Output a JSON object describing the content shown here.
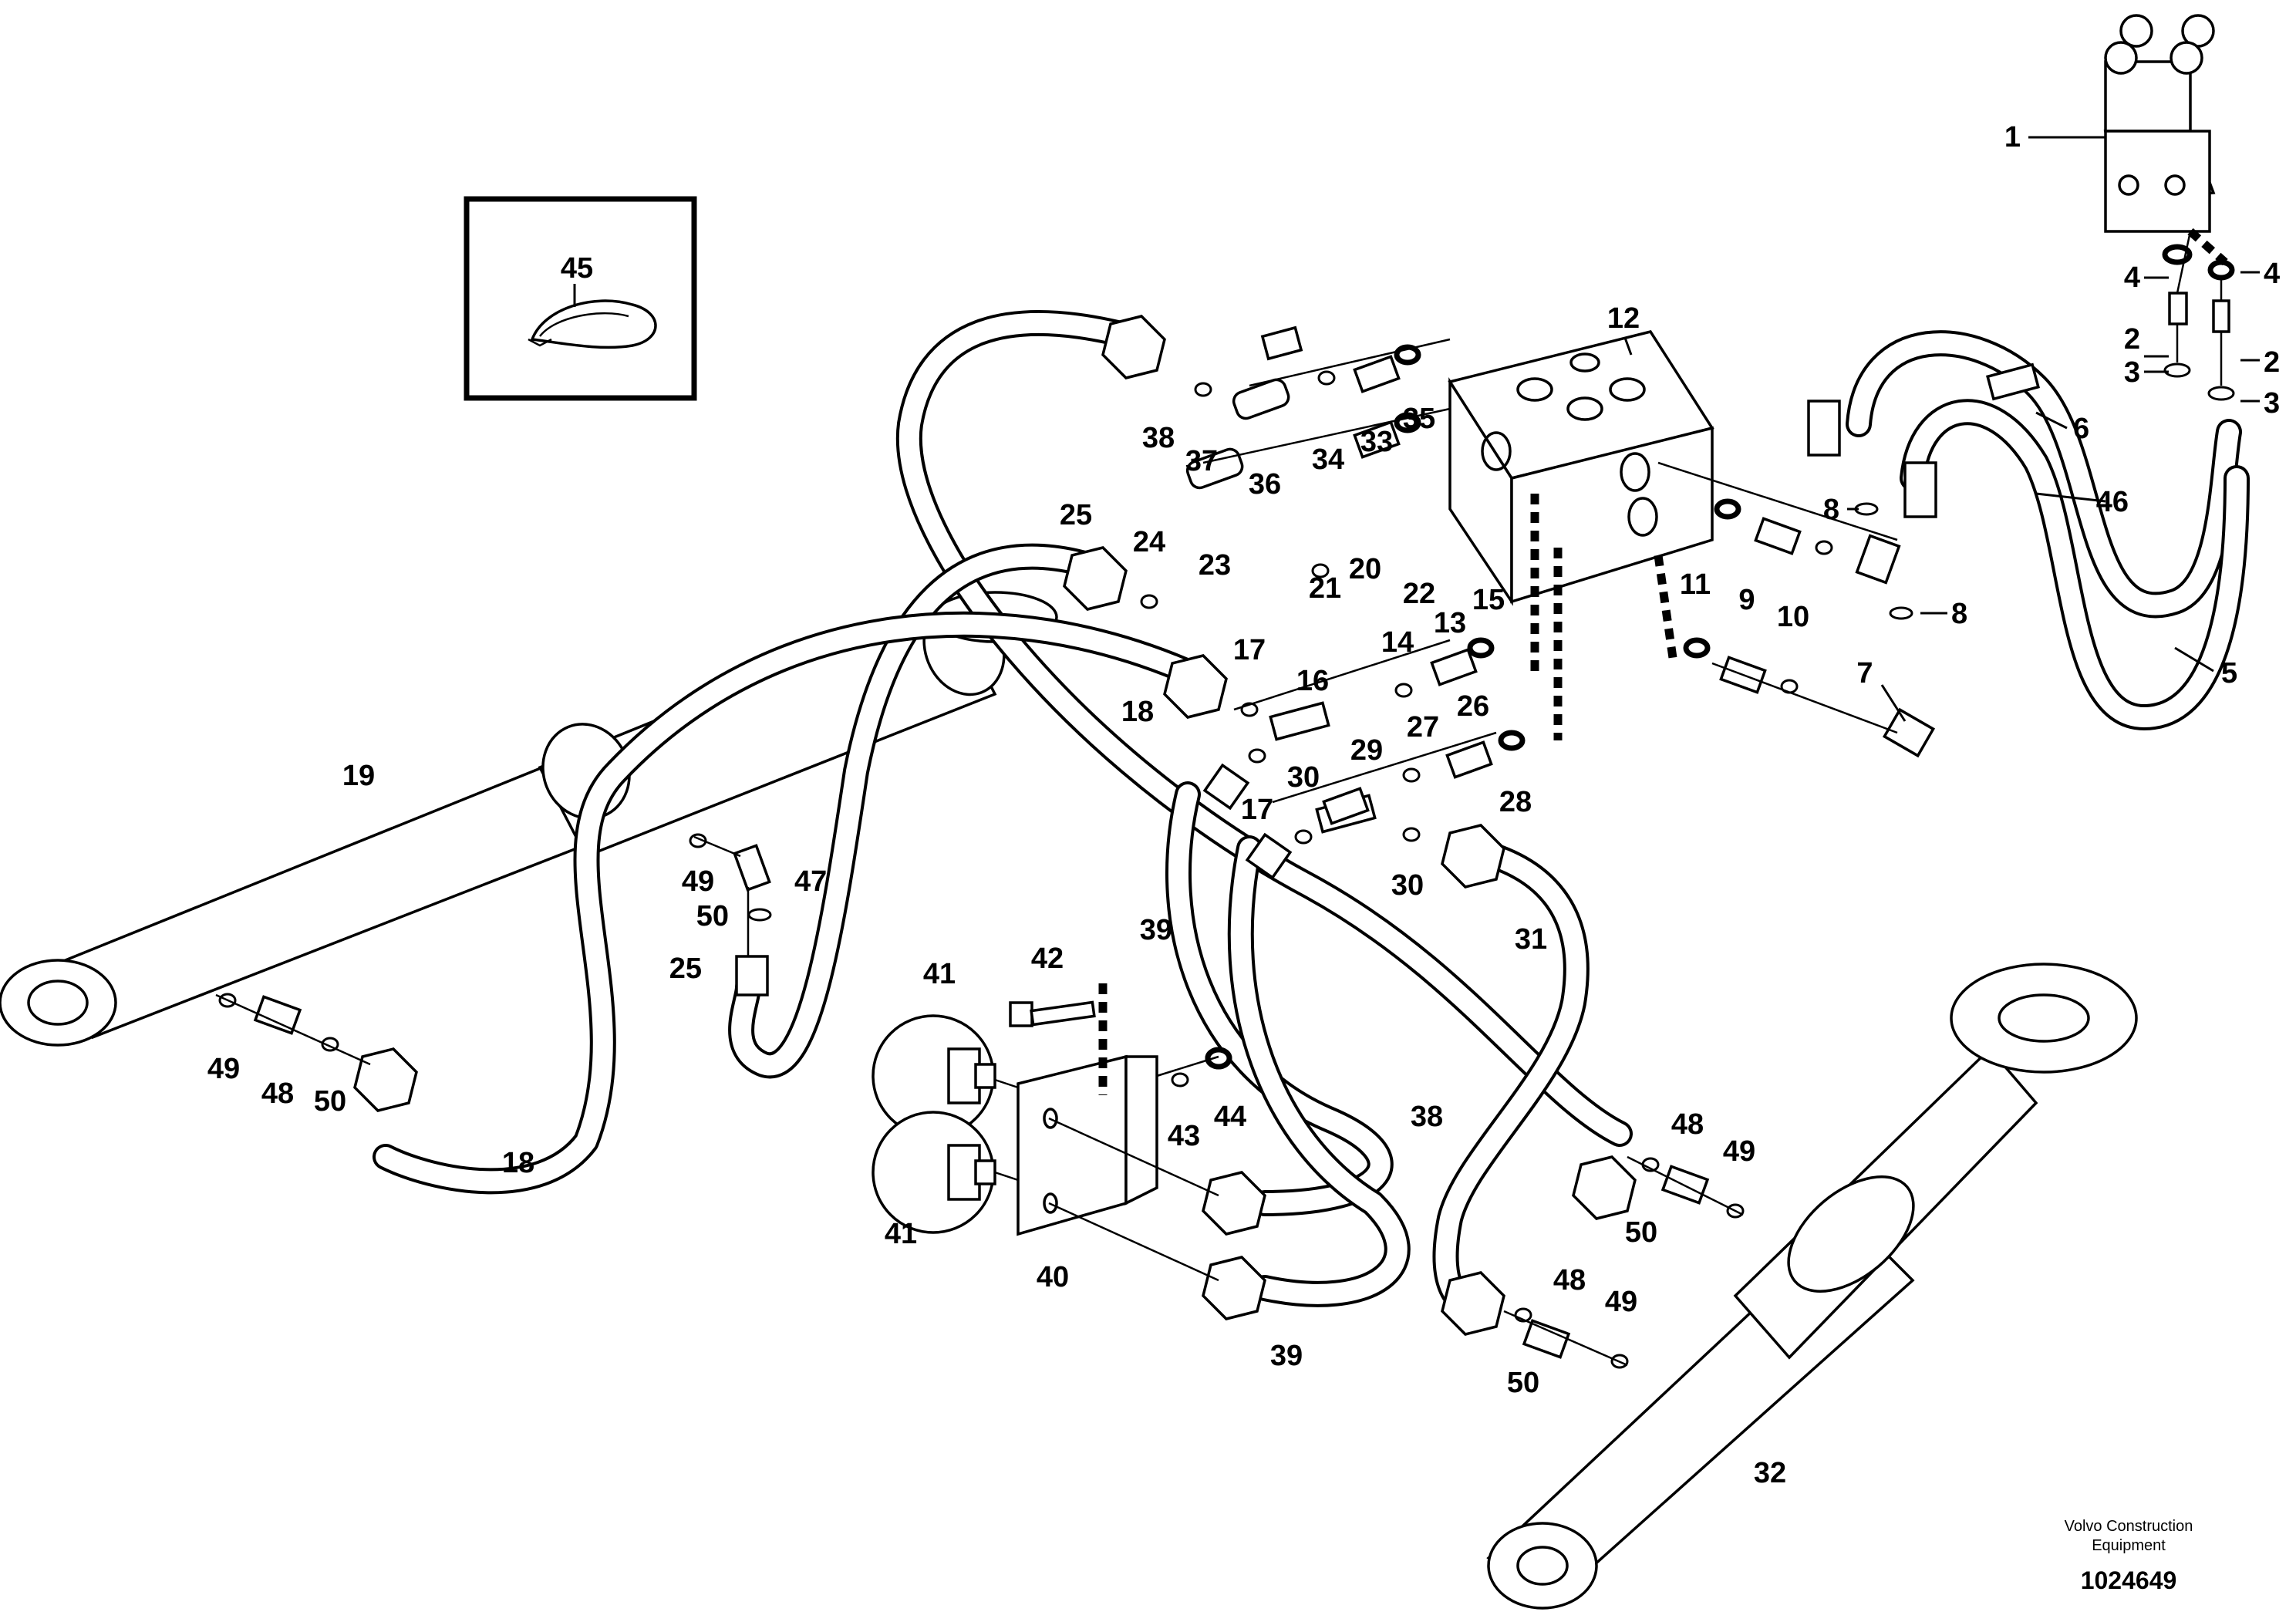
{
  "diagram": {
    "callouts": [
      "1",
      "2",
      "3",
      "4",
      "5",
      "6",
      "7",
      "8",
      "9",
      "10",
      "11",
      "12",
      "13",
      "14",
      "15",
      "16",
      "17",
      "18",
      "19",
      "20",
      "21",
      "22",
      "23",
      "24",
      "25",
      "26",
      "27",
      "28",
      "29",
      "30",
      "31",
      "32",
      "33",
      "34",
      "35",
      "36",
      "37",
      "38",
      "39",
      "40",
      "41",
      "42",
      "43",
      "44",
      "45",
      "46",
      "47",
      "48",
      "49",
      "50"
    ],
    "footer": {
      "brand_line1": "Volvo Construction",
      "brand_line2": "Equipment",
      "drawing_number": "1024649"
    }
  }
}
